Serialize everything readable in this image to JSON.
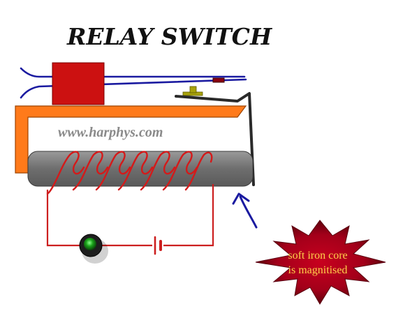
{
  "title": "RELAY SWITCH",
  "website": "www.harphys.com",
  "callout": {
    "line1": "soft iron core",
    "line2": "is magnitised"
  },
  "colors": {
    "armature_frame": "#ff7a1a",
    "contact_block": "#cc1111",
    "spring_wires": "#1a1aa0",
    "coil": "#d41a1a",
    "core": "#7a7a7a",
    "circuit": "#cc1f1f",
    "indicator": "#1aa31a",
    "callout_fill": "#a3001a",
    "callout_text": "#ffd24a",
    "arrow": "#1a1aa0"
  },
  "icons": {
    "indicator": "green-lamp-icon",
    "battery": "battery-cell-icon",
    "arrow": "curved-arrow-icon"
  }
}
